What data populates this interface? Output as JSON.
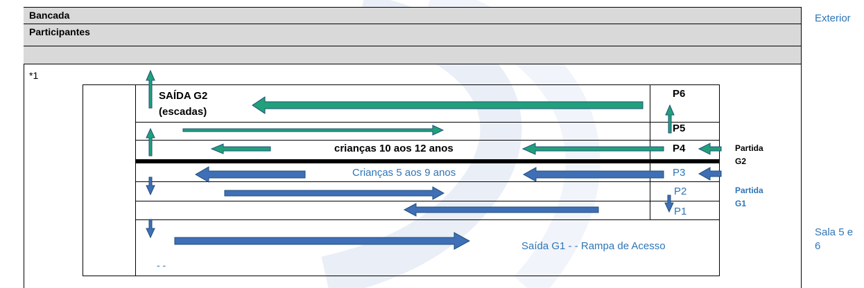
{
  "header": {
    "row1": "Bancada",
    "row2": "Participantes",
    "row3": ""
  },
  "side": {
    "exterior": "Exterior",
    "sala": "Sala 5 e 6"
  },
  "marker": "*1",
  "lanes": {
    "saida_g2": "SAÍDA G2 (escadas)",
    "criancas_10_12": "crianças 10 aos 12 anos",
    "criancas_5_9": "Crianças 5 aos 9 anos",
    "saida_g1": "Saída G1  - - Rampa de Acesso",
    "dashes": "- -"
  },
  "positions": {
    "p6": "P6",
    "p5": "P5",
    "p4": "P4",
    "p3": "P3",
    "p2": "P2",
    "p1": "P1"
  },
  "partida": {
    "g2": "Partida G2",
    "g1": "Partida G1"
  },
  "colors": {
    "green_arrow": "#21a179",
    "blue_arrow": "#3f6fb6",
    "blue_text": "#2e75b6",
    "header_gray": "#d9d9d9"
  }
}
